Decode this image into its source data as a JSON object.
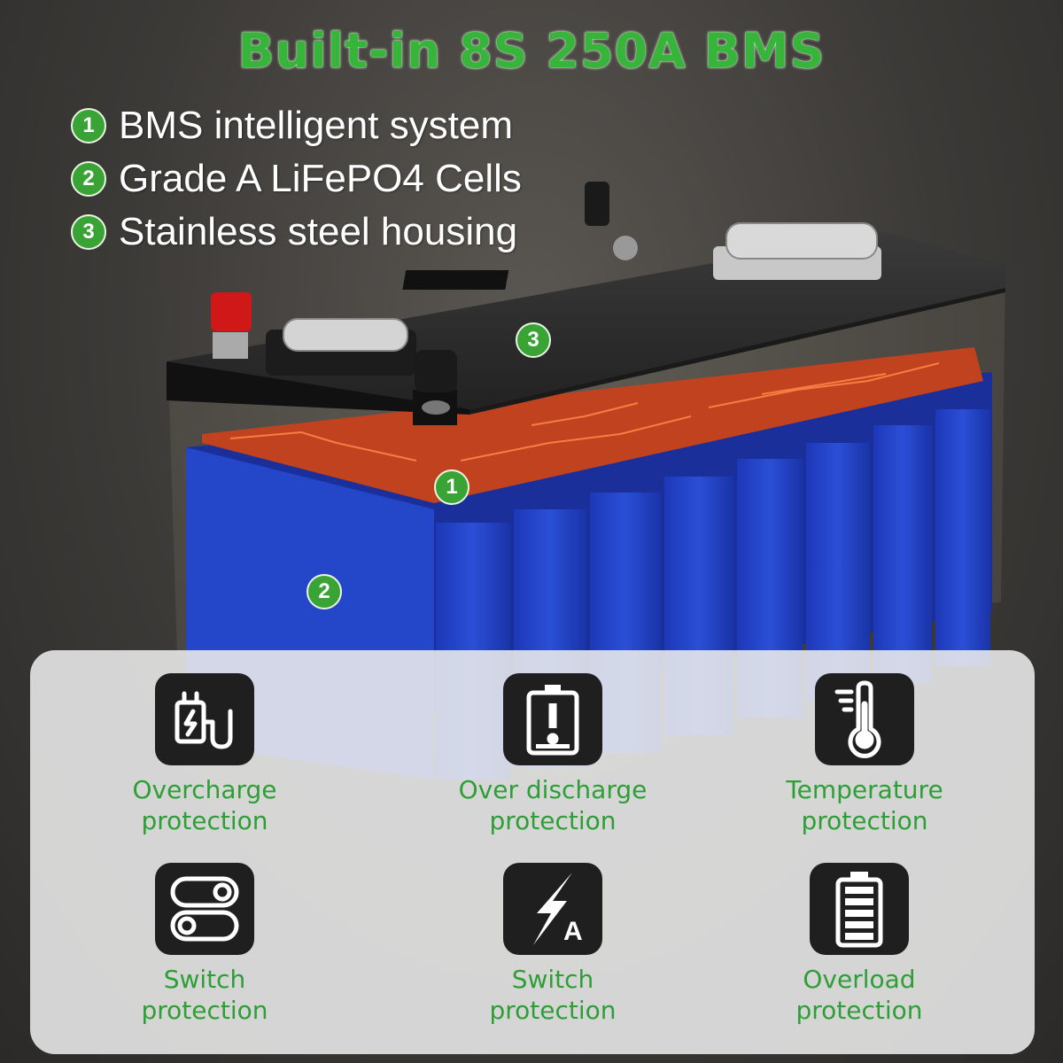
{
  "title": "Built-in 8S 250A BMS",
  "features": [
    {
      "num": "1",
      "text": "BMS intelligent system"
    },
    {
      "num": "2",
      "text": "Grade A LiFePO4 Cells"
    },
    {
      "num": "3",
      "text": "Stainless steel housing"
    }
  ],
  "markers": {
    "bms": "1",
    "cells": "2",
    "housing": "3"
  },
  "protections": [
    {
      "icon": "charging-plug-icon",
      "line1": "Overcharge",
      "line2": "protection"
    },
    {
      "icon": "battery-warning-icon",
      "line1": "Over discharge",
      "line2": "protection"
    },
    {
      "icon": "thermometer-icon",
      "line1": "Temperature",
      "line2": "protection"
    },
    {
      "icon": "toggle-switch-icon",
      "line1": "Switch",
      "line2": "protection"
    },
    {
      "icon": "lightning-ampere-icon",
      "line1": "Switch",
      "line2": "protection"
    },
    {
      "icon": "battery-full-icon",
      "line1": "Overload",
      "line2": "protection"
    }
  ],
  "colors": {
    "accent_green": "#37b43a",
    "cell_blue": "#1f3fc2",
    "panel": "#ececec",
    "icon_bg": "#1f1f1f"
  }
}
